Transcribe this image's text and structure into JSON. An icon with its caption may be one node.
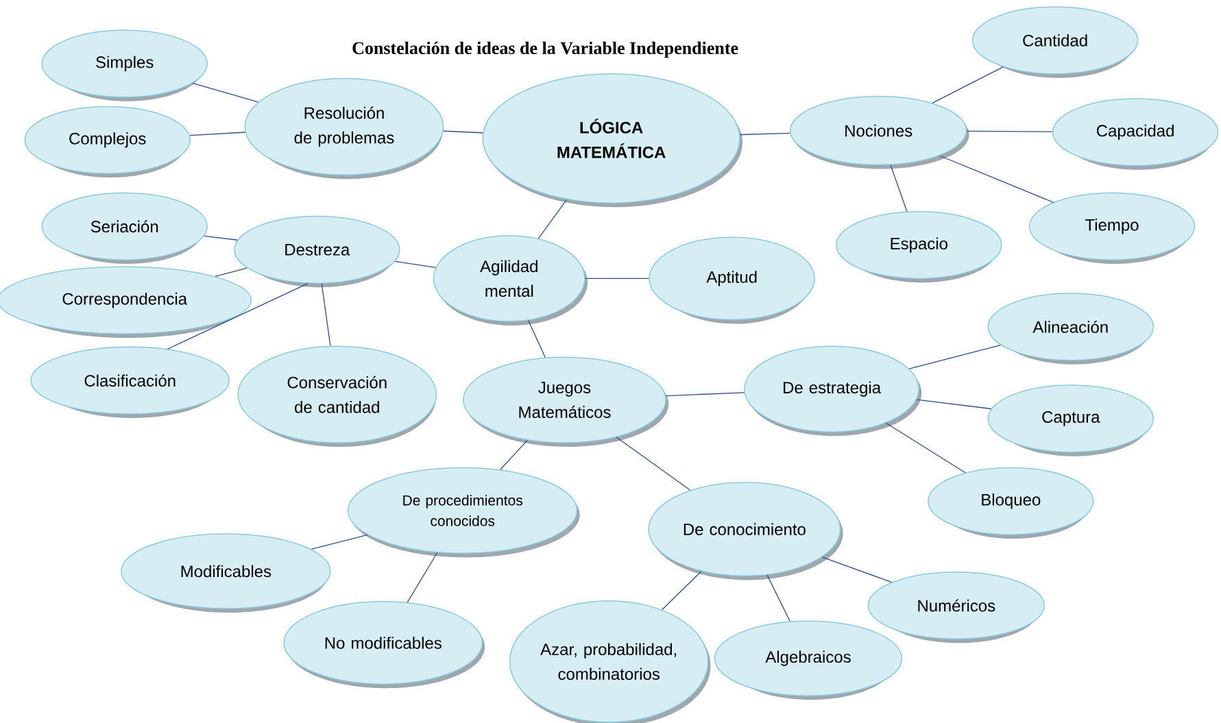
{
  "diagram": {
    "title": "Constelación de ideas de la Variable Independiente",
    "nodes": [
      {
        "text": [
          "LÓGICA MATEMÁTICA"
        ]
      },
      {
        "text": [
          "Resolución de problemas"
        ]
      },
      {
        "text": [
          "Simples"
        ]
      },
      {
        "text": [
          "Complejos"
        ]
      },
      {
        "text": [
          "Nociones"
        ]
      },
      {
        "text": [
          "Cantidad"
        ]
      },
      {
        "text": [
          "Capacidad"
        ]
      },
      {
        "text": [
          "Tiempo"
        ]
      },
      {
        "text": [
          "Espacio"
        ]
      },
      {
        "text": [
          "Agilidad mental"
        ]
      },
      {
        "text": [
          "Destreza"
        ]
      },
      {
        "text": [
          "Seriación"
        ]
      },
      {
        "text": [
          "Correspondencia"
        ]
      },
      {
        "text": [
          "Clasificación"
        ]
      },
      {
        "text": [
          "Conservación de cantidad"
        ]
      },
      {
        "text": [
          "Aptitud"
        ]
      },
      {
        "text": [
          "Juegos Matemáticos"
        ]
      },
      {
        "text": [
          "De estrategia"
        ]
      },
      {
        "text": [
          "Alineación"
        ]
      },
      {
        "text": [
          "Captura"
        ]
      },
      {
        "text": [
          "Bloqueo"
        ]
      },
      {
        "text": [
          "De procedimientos conocidos"
        ]
      },
      {
        "text": [
          "Modificables"
        ]
      },
      {
        "text": [
          "No modificables"
        ]
      },
      {
        "text": [
          "De conocimiento"
        ]
      },
      {
        "text": [
          "Azar, probabilidad, combinatorios"
        ]
      },
      {
        "text": [
          "Algebraicos"
        ]
      },
      {
        "text": [
          "Numéricos"
        ]
      }
    ],
    "edges": [
      {
        "from": 1,
        "to": 0,
        "arrow": "none"
      },
      {
        "from": 1,
        "to": 2,
        "arrow": "none"
      },
      {
        "from": 1,
        "to": 3,
        "arrow": "none"
      },
      {
        "from": 0,
        "to": 4,
        "arrow": "none"
      },
      {
        "from": 4,
        "to": 5,
        "arrow": "none"
      },
      {
        "from": 4,
        "to": 6,
        "arrow": "none"
      },
      {
        "from": 4,
        "to": 7,
        "arrow": "none"
      },
      {
        "from": 4,
        "to": 8,
        "arrow": "none"
      },
      {
        "from": 0,
        "to": 9,
        "arrow": "none"
      },
      {
        "from": 9,
        "to": 10,
        "arrow": "none"
      },
      {
        "from": 10,
        "to": 11,
        "arrow": "none"
      },
      {
        "from": 10,
        "to": 12,
        "arrow": "none"
      },
      {
        "from": 10,
        "to": 13,
        "arrow": "none"
      },
      {
        "from": 10,
        "to": 14,
        "arrow": "none"
      },
      {
        "from": 9,
        "to": 15,
        "arrow": "none"
      },
      {
        "from": 9,
        "to": 16,
        "arrow": "none"
      },
      {
        "from": 16,
        "to": 17,
        "arrow": "none"
      },
      {
        "from": 17,
        "to": 18,
        "arrow": "none"
      },
      {
        "from": 17,
        "to": 19,
        "arrow": "none"
      },
      {
        "from": 17,
        "to": 20,
        "arrow": "none"
      },
      {
        "from": 16,
        "to": 21,
        "arrow": "none"
      },
      {
        "from": 21,
        "to": 22,
        "arrow": "none"
      },
      {
        "from": 21,
        "to": 23,
        "arrow": "none"
      },
      {
        "from": 16,
        "to": 24,
        "arrow": "none"
      },
      {
        "from": 24,
        "to": 25,
        "arrow": "none"
      },
      {
        "from": 24,
        "to": 26,
        "arrow": "none"
      },
      {
        "from": 24,
        "to": 27,
        "arrow": "none"
      }
    ]
  }
}
